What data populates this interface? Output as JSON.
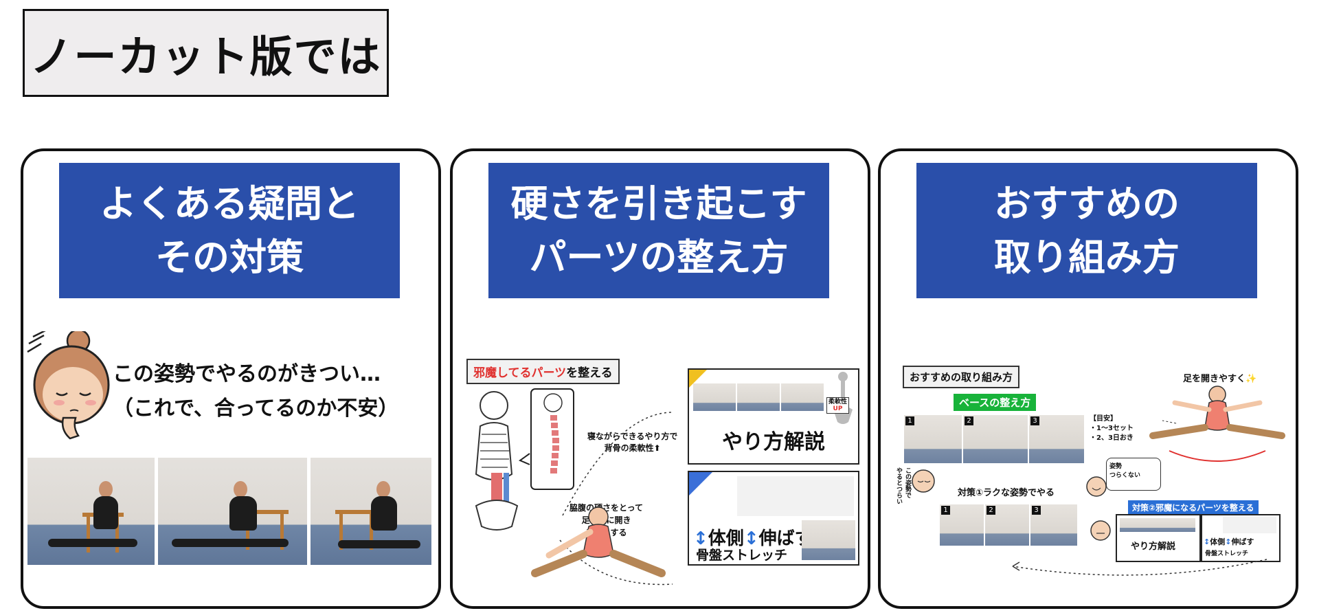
{
  "header": {
    "title": "ノーカット版では"
  },
  "cards": [
    {
      "banner": [
        "よくある疑問と",
        "その対策"
      ],
      "speech": [
        "この姿勢でやるのがきつい…",
        "（これで、合ってるのか不安）"
      ]
    },
    {
      "banner": [
        "硬さを引き起こす",
        "パーツの整え方"
      ],
      "box_label_red": "邪魔してるパーツ",
      "box_label_rest": "を整える",
      "note_spine": [
        "寝ながらできるやり方で",
        "背骨の柔軟性⬆"
      ],
      "note_hip": [
        "脇腹の硬さをとって",
        "足を横に開き",
        "やすくする"
      ],
      "thumb1_badge": "柔軟性",
      "thumb1_badge_up": "UP",
      "thumb1_title": "やり方解説",
      "thumb2_line1_a": "体側",
      "thumb2_line1_b": "伸ばす",
      "thumb2_line2": "骨盤ストレッチ"
    },
    {
      "banner": [
        "おすすめの",
        "取り組み方"
      ],
      "box_label": "おすすめの取り組み方",
      "base_label": "ベースの整え方",
      "open_label": "足を開きやすく✨",
      "meyasu_title": "【目安】",
      "meyasu_lines": [
        "・1〜3セット",
        "・2、3日おき"
      ],
      "taisaku1": "対策①ラクな姿勢でやる",
      "taisaku2": "対策②邪魔になるパーツを整える",
      "bubble": [
        "姿勢",
        "つらくない"
      ],
      "vertical_note": "この姿勢で\nやるとつらい",
      "mini_title": "やり方解説",
      "mini_line1_a": "体側",
      "mini_line1_b": "伸ばす",
      "mini_line2": "骨盤ストレッチ",
      "step_numbers": [
        "1",
        "2",
        "3"
      ]
    }
  ]
}
